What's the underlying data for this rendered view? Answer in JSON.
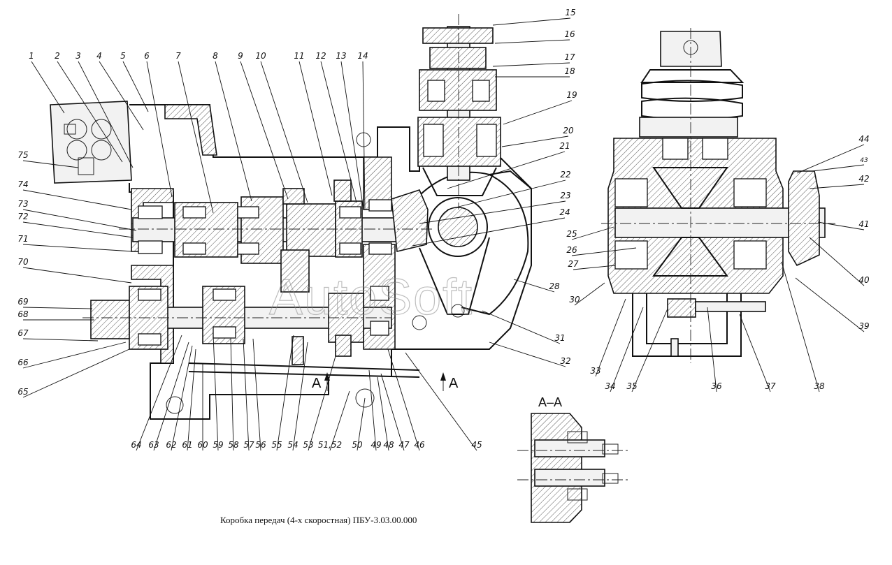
{
  "caption": "Коробка передач (4-х скоростная) ПБУ-3.03.00.000",
  "watermark": "AutoSoft",
  "section_mark": "A",
  "section_title": "А–А",
  "callouts": [
    "1",
    "2",
    "3",
    "4",
    "5",
    "6",
    "7",
    "8",
    "9",
    "10",
    "11",
    "12",
    "13",
    "14",
    "15",
    "16",
    "17",
    "18",
    "19",
    "20",
    "21",
    "22",
    "23",
    "24",
    "25",
    "26",
    "27",
    "28",
    "30",
    "31",
    "32",
    "33",
    "34",
    "35",
    "36",
    "37",
    "38",
    "39",
    "40",
    "41",
    "42",
    "43",
    "44",
    "45",
    "46",
    "47",
    "48",
    "49",
    "50",
    "51,52",
    "53",
    "54",
    "55",
    "56",
    "57",
    "58",
    "59",
    "60",
    "61",
    "62",
    "63",
    "64",
    "65",
    "66",
    "67",
    "68",
    "69",
    "70",
    "71",
    "72",
    "73",
    "74",
    "75"
  ]
}
